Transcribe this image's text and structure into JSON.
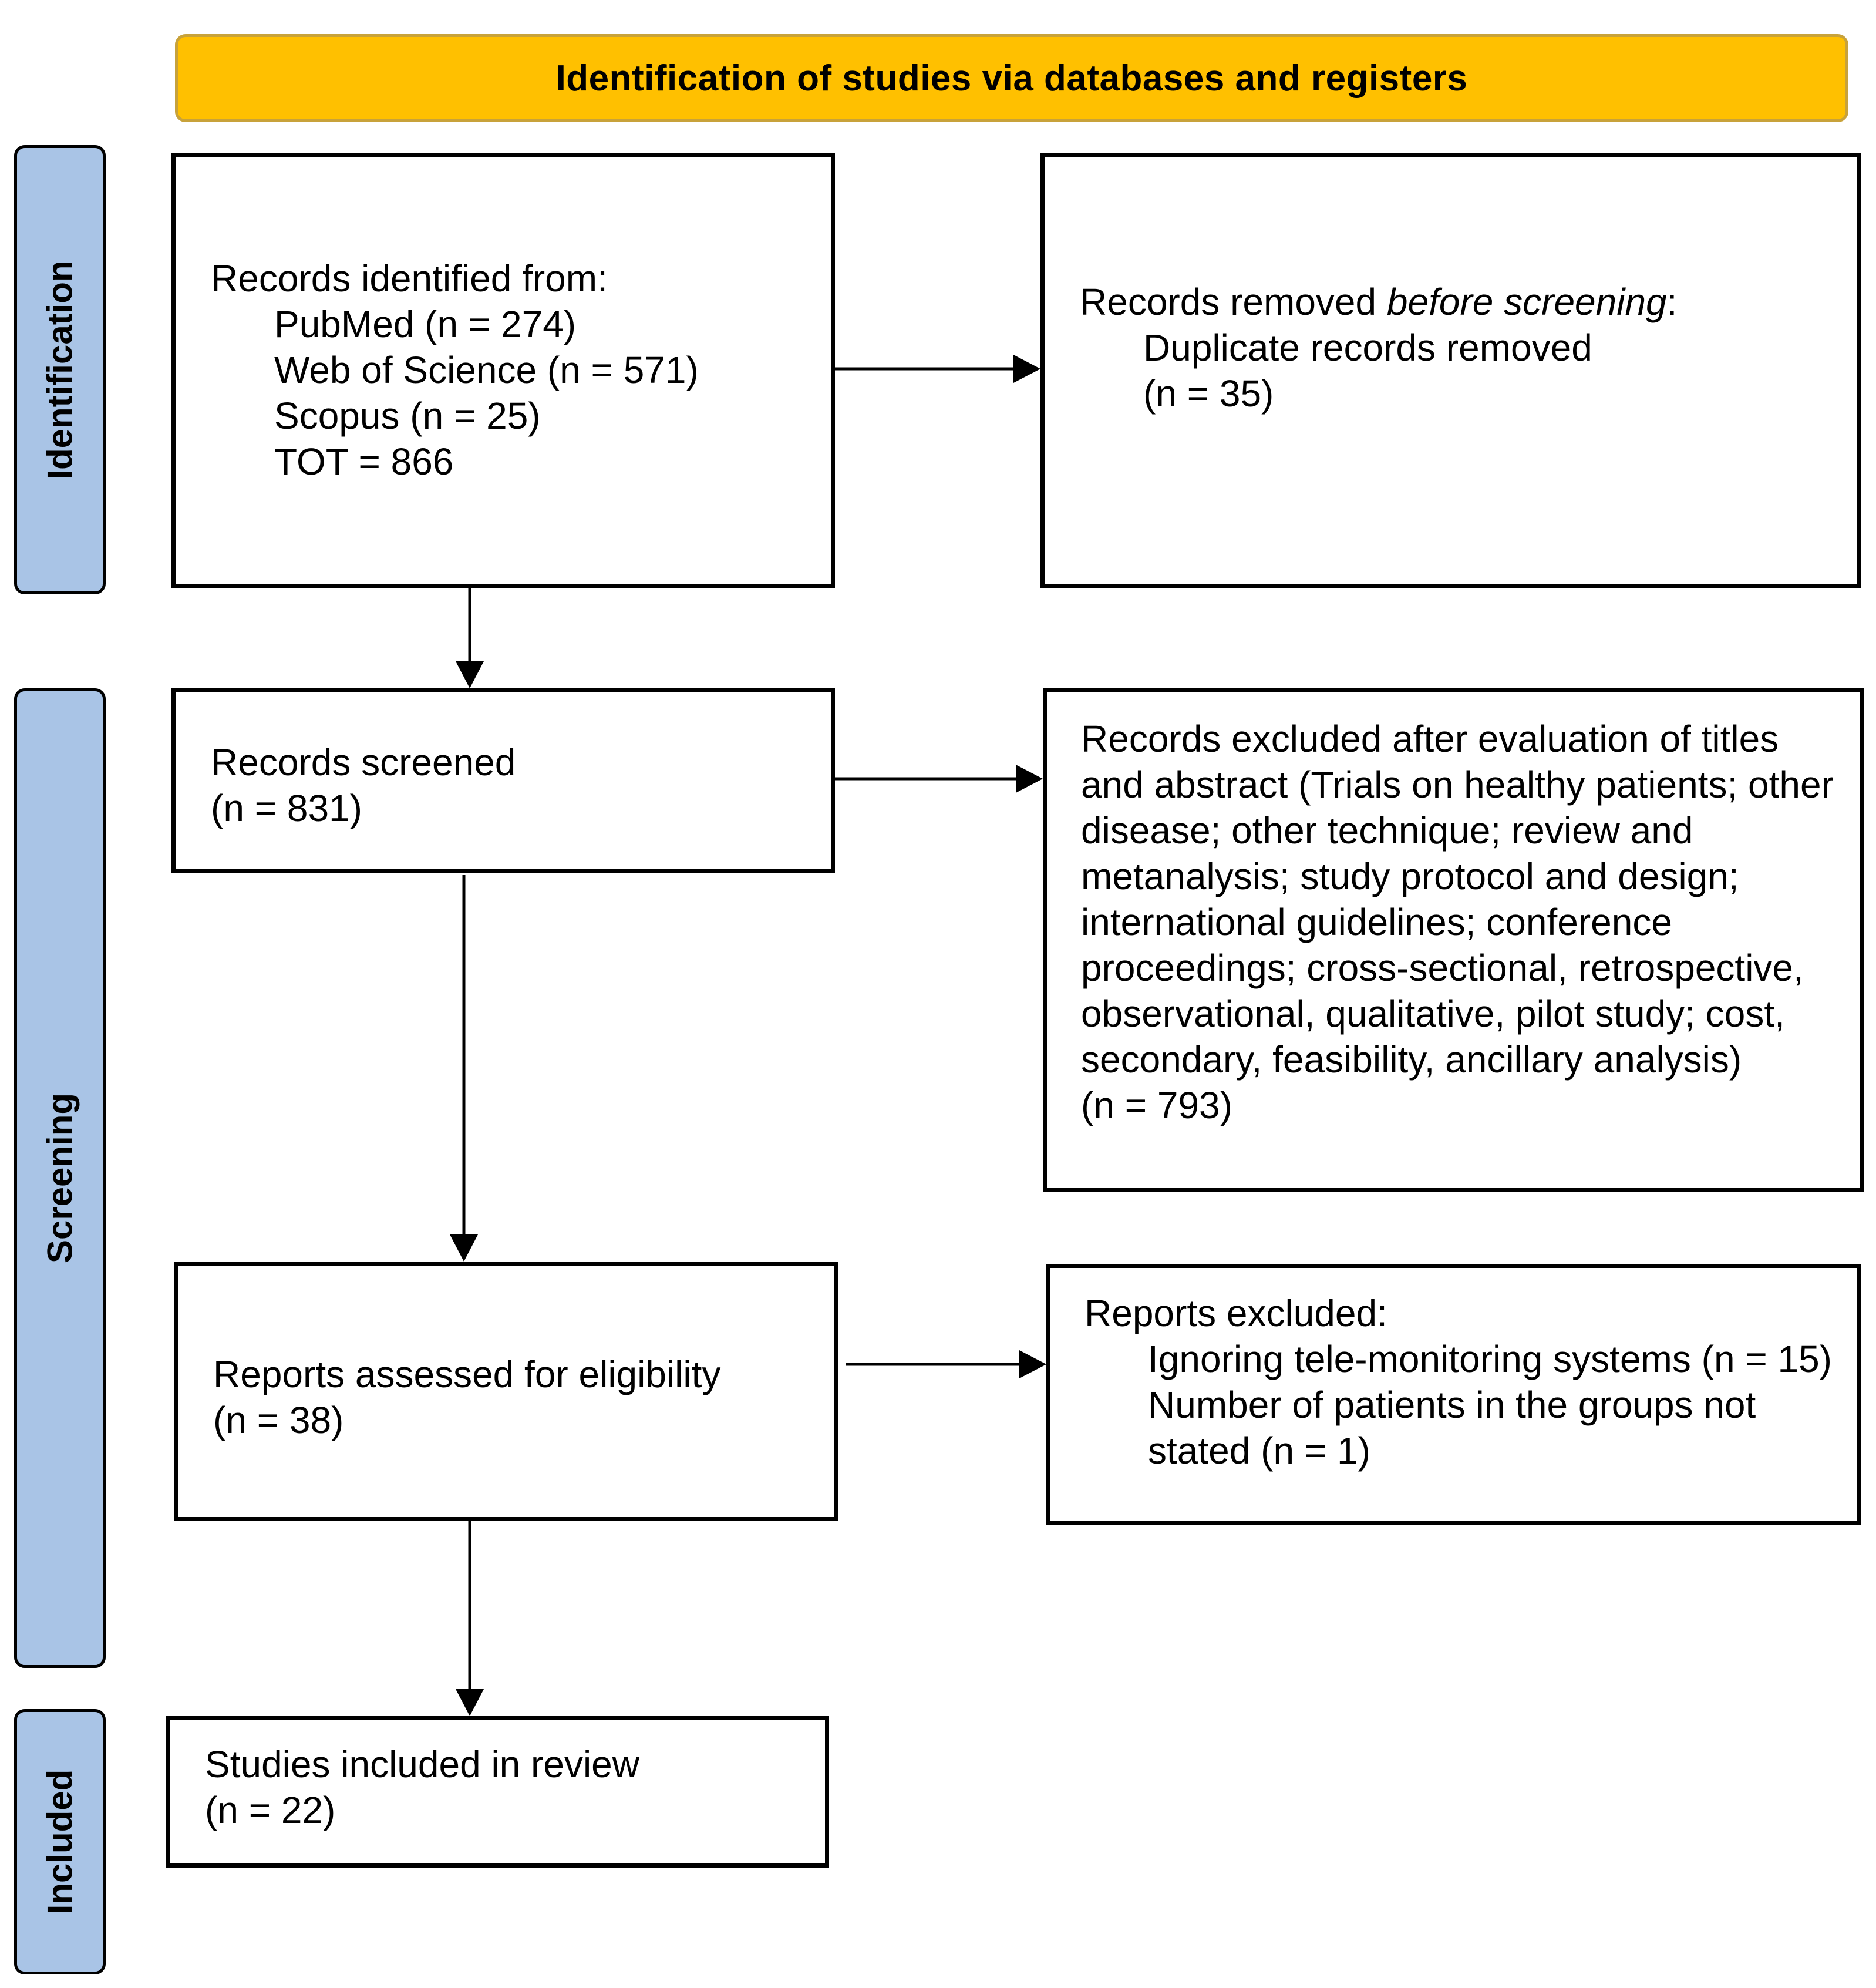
{
  "header": {
    "title": "Identification of studies via databases and registers"
  },
  "stages": {
    "identification": "Identification",
    "screening": "Screening",
    "included": "Included"
  },
  "records_identified": {
    "heading": "Records identified from:",
    "sources": [
      "PubMed (n = 274)",
      "Web of Science (n = 571)",
      "Scopus (n = 25)",
      "TOT = 866"
    ]
  },
  "records_removed": {
    "heading_prefix": "Records removed ",
    "heading_emphasis": "before screening",
    "heading_suffix": ":",
    "line1": "Duplicate records removed",
    "line2": "(n = 35)"
  },
  "records_screened": {
    "label": "Records screened",
    "count": "(n = 831)"
  },
  "records_excluded": {
    "text": "Records excluded after evaluation of titles and abstract (Trials on healthy patients; other disease; other technique; review and metanalysis; study protocol and design; international guidelines; conference proceedings; cross-sectional, retrospective, observational, qualitative, pilot study; cost, secondary, feasibility, ancillary analysis)",
    "count": "(n = 793)"
  },
  "reports_assessed": {
    "label": "Reports assessed for eligibility",
    "count": "(n = 38)"
  },
  "reports_excluded": {
    "heading": "Reports excluded:",
    "reason1": "Ignoring tele-monitoring systems (n = 15)",
    "reason2": "Number of patients in the groups not stated (n = 1)"
  },
  "studies_included": {
    "label": "Studies included in review",
    "count": "(n = 22)"
  },
  "colors": {
    "header_fill": "#FFC000",
    "stage_fill": "#A9C4E6",
    "box_border": "#000000"
  }
}
